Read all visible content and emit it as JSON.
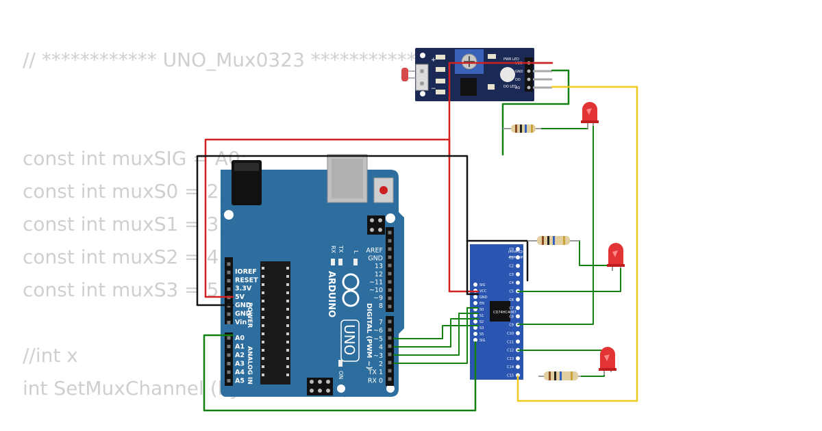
{
  "code_lines": [
    "// ************ UNO_Mux0323 ************",
    "const int muxSIG = A0;",
    "const int muxS0 = 2;",
    "const int muxS1 = 3;",
    "const int muxS2 = 4;",
    "const int muxS3 = 5;",
    "//int x",
    "int SetMuxChannel (byte channel)"
  ],
  "arduino": {
    "brand": "ARDUINO",
    "model": "UNO",
    "digital_label": "DIGITAL (PWM ~)",
    "power_label": "POWER",
    "analog_label": "ANALOG IN",
    "on_label": "ON",
    "tx_led": "TX",
    "rx_led": "RX",
    "l_led": "L",
    "power_pins": [
      "IOREF",
      "RESET",
      "3.3V",
      "5V",
      "GND",
      "GND",
      "Vin"
    ],
    "analog_pins": [
      "A0",
      "A1",
      "A2",
      "A3",
      "A4",
      "A5"
    ],
    "digital_top": [
      "AREF",
      "GND",
      "13",
      "12",
      "~11",
      "~10",
      "~9",
      "8"
    ],
    "digital_bottom": [
      "7",
      "~6",
      "~5",
      "4",
      "~3",
      "2",
      "TX 1",
      "RX 0"
    ]
  },
  "sensor": {
    "pins": [
      "VCC",
      "GND",
      "DO",
      "AO"
    ],
    "pwr_led": "PWR LED",
    "do_led": "DO LED",
    "plus": "+",
    "minus": "−"
  },
  "mux": {
    "title_line1": "16-Channel",
    "title_line2": "Analog Multiplexer",
    "left_pins": [
      "SIG",
      "VCC",
      "GND",
      "EN",
      "S0",
      "S1",
      "S2",
      "S3",
      "S5",
      "SIG"
    ],
    "right_pins": [
      "C0",
      "C1",
      "C2",
      "C3",
      "C4",
      "C5",
      "C6",
      "C7",
      "C8",
      "C9",
      "C10",
      "C11",
      "C12",
      "C13",
      "C14",
      "C15"
    ],
    "chip_text": "CD74HC4067"
  },
  "colors": {
    "board": "#2e6e9e",
    "sensor_board": "#1b2a55",
    "wire_red": "#d22020",
    "wire_black": "#111111",
    "wire_green": "#118011",
    "wire_yellow": "#f2c81a",
    "led": "#e23434"
  }
}
